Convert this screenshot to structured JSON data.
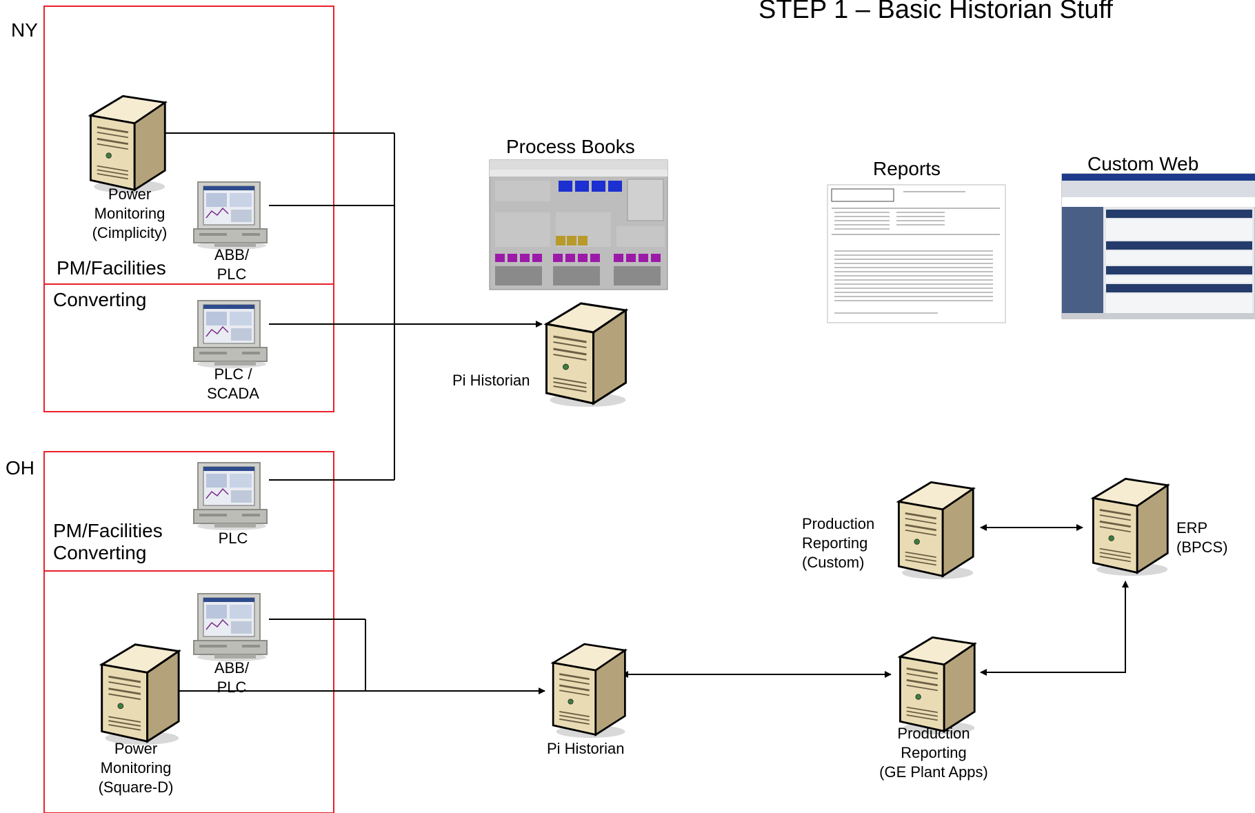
{
  "title": "STEP 1 – Basic Historian Stuff",
  "sites": {
    "ny": "NY",
    "oh": "OH"
  },
  "ny": {
    "power_monitoring": "Power\nMonitoring\n(Cimplicity)",
    "abb_plc": "ABB/\nPLC",
    "pm_facilities": "PM/Facilities",
    "converting": "Converting",
    "plc_scada": "PLC /\nSCADA"
  },
  "oh": {
    "pm_facilities_converting": "PM/Facilities\nConverting",
    "plc": "PLC",
    "abb_plc": "ABB/\nPLC",
    "power_monitoring": "Power\nMonitoring\n(Square-D)"
  },
  "outputs": {
    "process_books": "Process Books",
    "reports": "Reports",
    "custom_web": "Custom Web"
  },
  "servers": {
    "pi_historian_ny": "Pi Historian",
    "pi_historian_oh": "Pi Historian",
    "production_reporting_custom": "Production\nReporting\n(Custom)",
    "production_reporting_ge": "Production\nReporting\n(GE Plant Apps)",
    "erp": "ERP\n(BPCS)"
  },
  "colors": {
    "region_border": "#e8202a",
    "line": "#000000",
    "server_body": "#efe3c0",
    "server_dark": "#8a7a55",
    "pc_gray": "#c9c9c5",
    "window_blue": "#2a3d6e",
    "process_gray": "#b9b9b9",
    "purple": "#a020a0"
  }
}
